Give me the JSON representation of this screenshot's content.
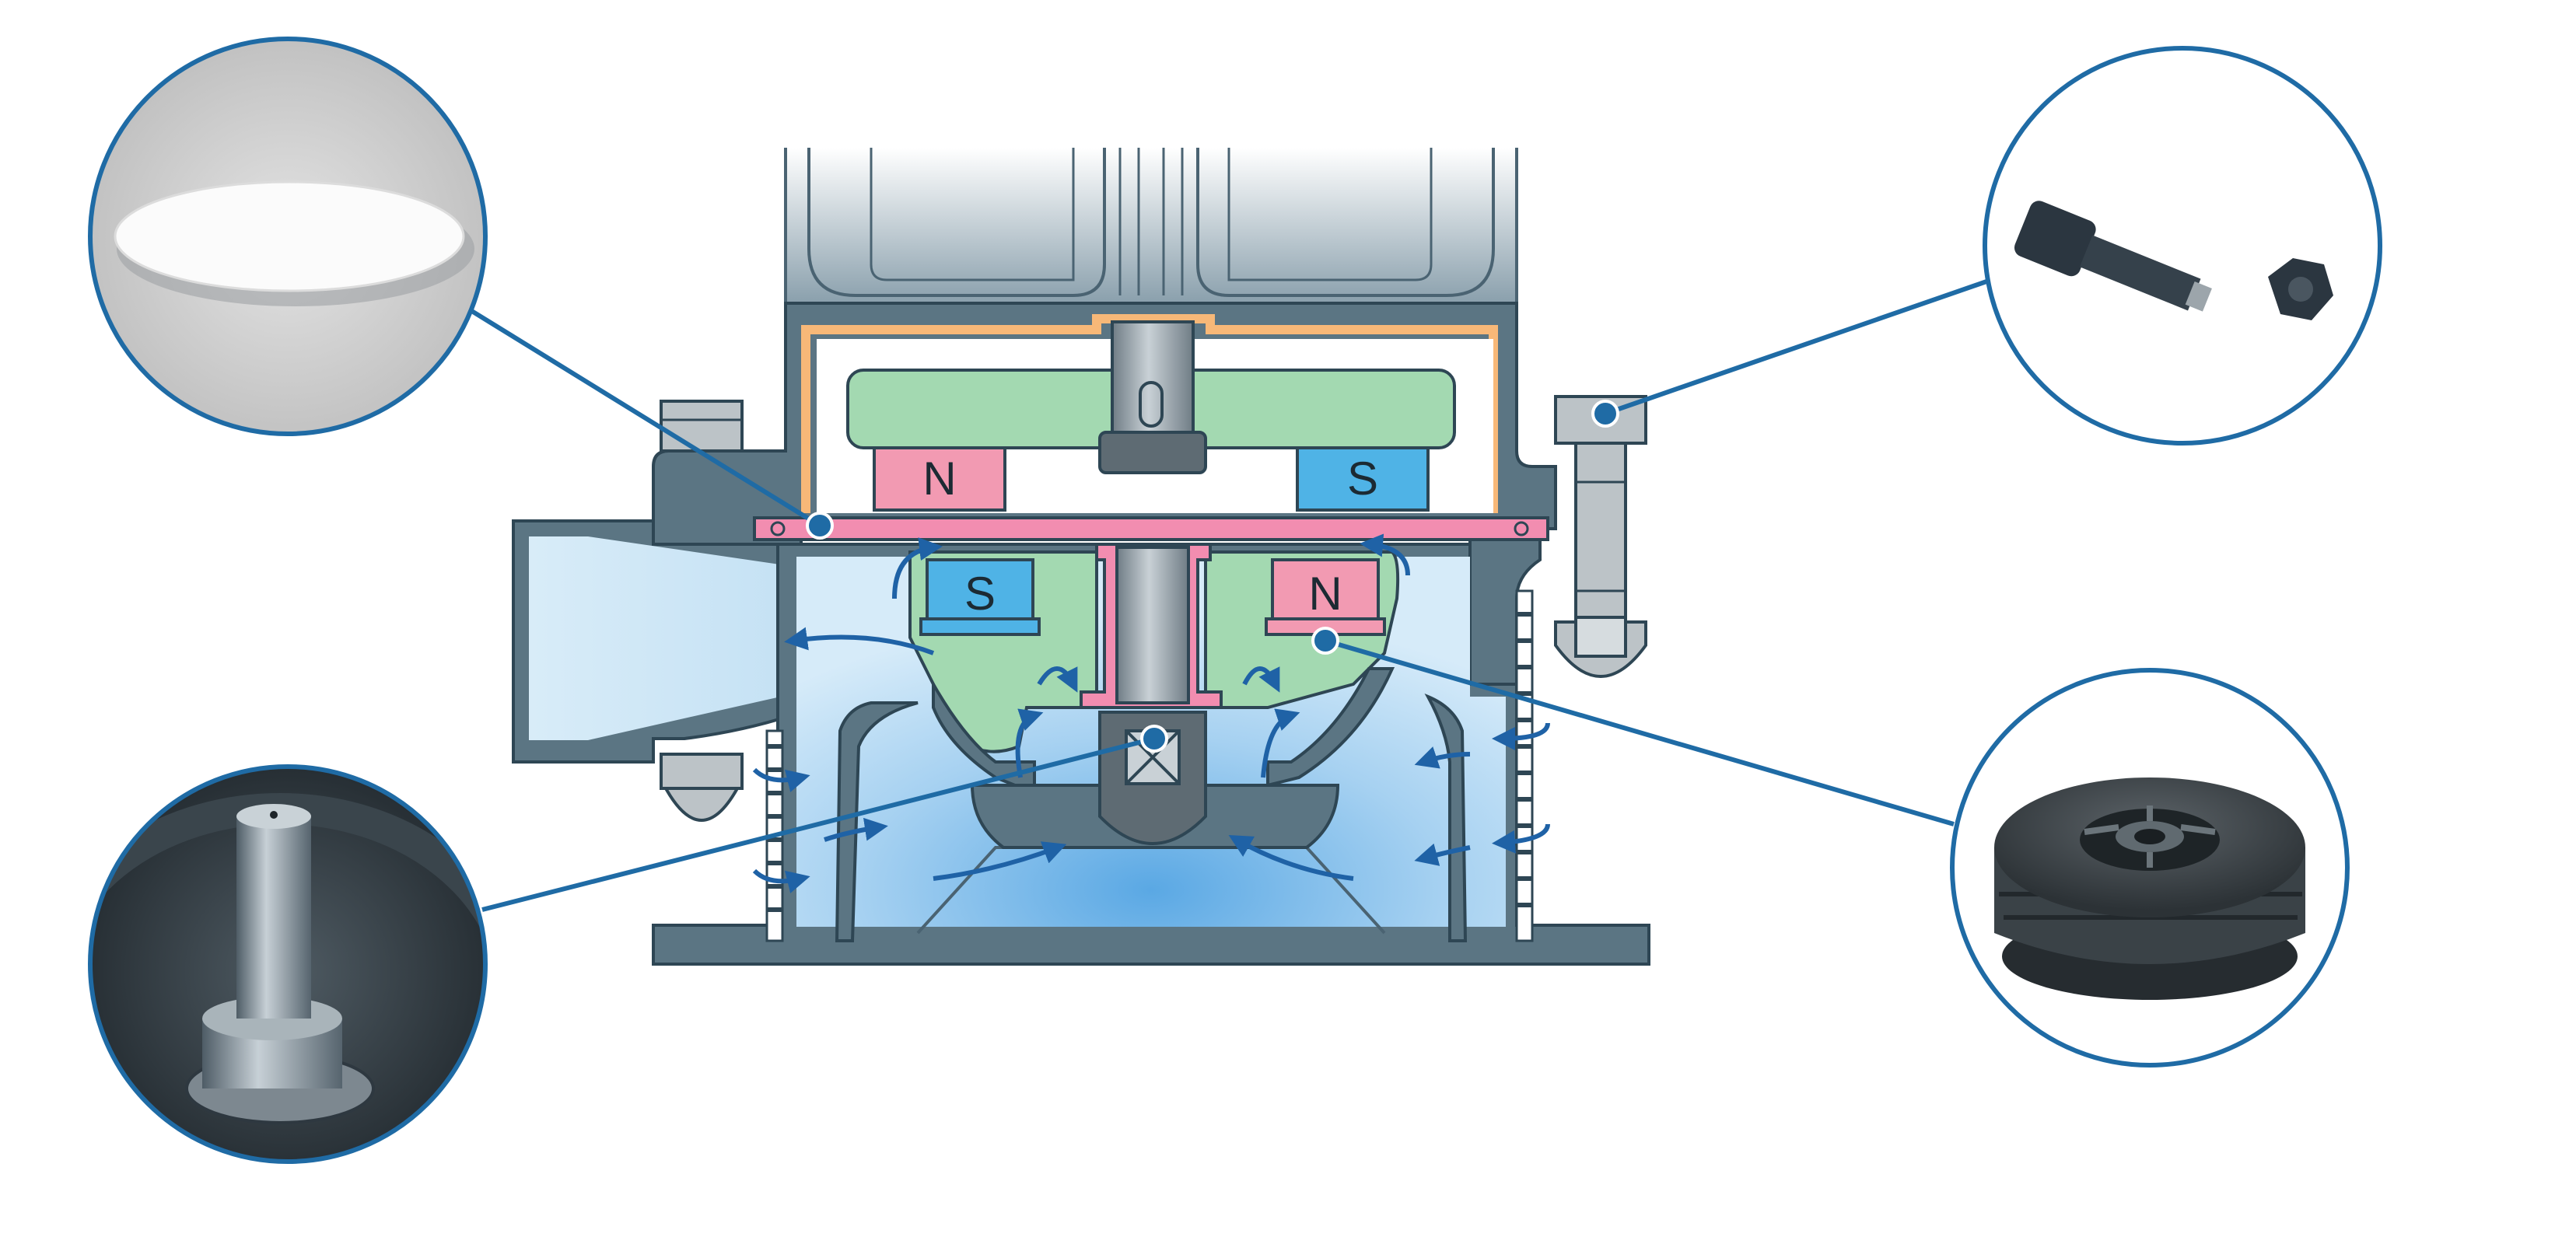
{
  "diagram": {
    "magnets": {
      "drive_left": "N",
      "drive_right": "S",
      "impeller_left": "S",
      "impeller_right": "N"
    },
    "colors": {
      "housing": "#5b7583",
      "housing_dark": "#2e4654",
      "water": "#cfe6f6",
      "water_deep": "#6ab0e6",
      "rotor": "#a3d9b1",
      "can": "#f28db0",
      "magnet_n": "#f29ab2",
      "magnet_s": "#4fb3e6",
      "shaft": "#8f9aa2",
      "flow_arrow": "#1f62a6",
      "callout": "#1f6ba5",
      "liner": "#f7b878"
    },
    "callouts": [
      {
        "id": "separation-disc",
        "icon": "white-disc-icon"
      },
      {
        "id": "shaft-pin",
        "icon": "ceramic-shaft-icon"
      },
      {
        "id": "housing-bolt",
        "icon": "bolt-and-nut-icon"
      },
      {
        "id": "impeller",
        "icon": "magnetic-impeller-icon"
      }
    ]
  }
}
